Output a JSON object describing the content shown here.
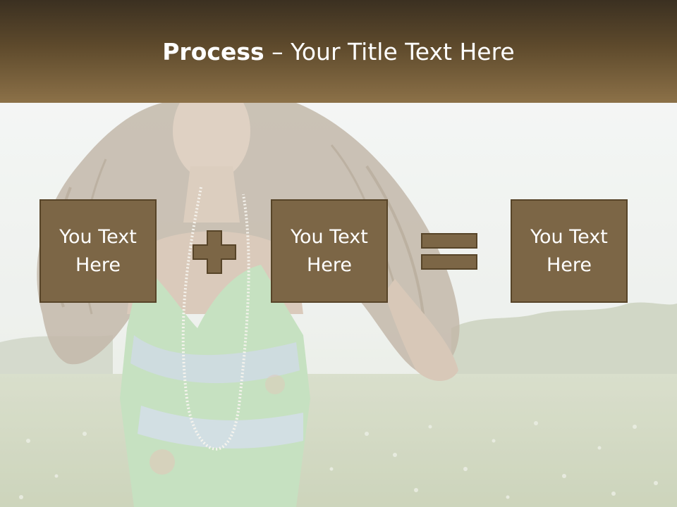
{
  "slide": {
    "title_bold": "Process",
    "title_rest": " – Your Title Text Here"
  },
  "boxes": [
    {
      "line1": "You Text",
      "line2": "Here"
    },
    {
      "line1": "You Text",
      "line2": "Here"
    },
    {
      "line1": "You Text",
      "line2": "Here"
    }
  ],
  "operators": [
    "plus-icon",
    "equals-icon"
  ],
  "colors": {
    "header_dark": "#3b3021",
    "header_light": "#8c7148",
    "box_fill": "#7c6646",
    "box_border": "#574428",
    "operator_fill": "#7c6646"
  }
}
